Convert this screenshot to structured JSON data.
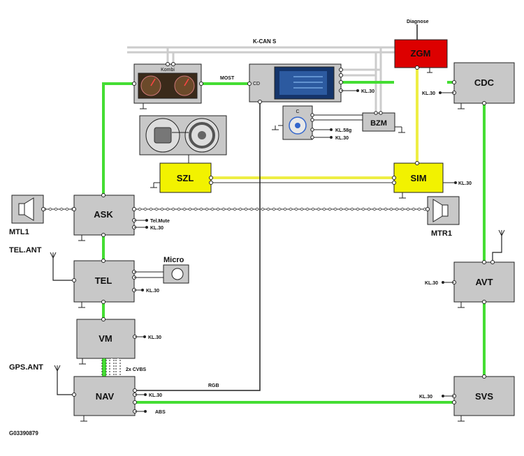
{
  "labels": {
    "diagnose": "Diagnose",
    "kcan": "K-CAN S",
    "most": "MOST",
    "kombi": "Kombi",
    "cd": "CD",
    "c": "C",
    "rgb": "RGB",
    "cvbs": "2x CVBS",
    "tel_ant": "TEL.ANT",
    "gps_ant": "GPS.ANT",
    "micro": "Micro",
    "tel_mute": "Tel.Mute",
    "abs": "ABS",
    "kl30": "KL.30",
    "kl58g": "KL.58g",
    "figure_id": "G03390879"
  },
  "modules": {
    "zgm": "ZGM",
    "cdc": "CDC",
    "bzm": "BZM",
    "szl": "SZL",
    "sim": "SIM",
    "ask": "ASK",
    "mtl1": "MTL1",
    "mtr1": "MTR1",
    "tel": "TEL",
    "vm": "VM",
    "nav": "NAV",
    "avt": "AVT",
    "svs": "SVS"
  },
  "colors": {
    "most_bus": "#44dd33",
    "byteflight_bus": "#eeee44",
    "kcan_bus": "#cccccc",
    "module_fill": "#c8c8c8",
    "zgm_fill": "#dd0000",
    "highlight_fill": "#f2f200"
  }
}
